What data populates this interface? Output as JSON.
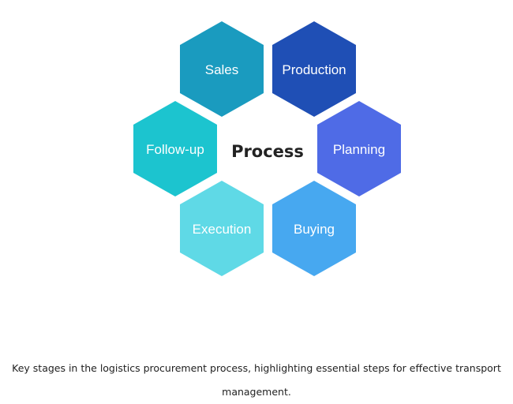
{
  "diagram": {
    "center": "Process",
    "stages": [
      {
        "id": "sales",
        "label": "Sales",
        "color": "#1a9bbf"
      },
      {
        "id": "production",
        "label": "Production",
        "color": "#1f4fb5"
      },
      {
        "id": "planning",
        "label": "Planning",
        "color": "#4f6be6"
      },
      {
        "id": "buying",
        "label": "Buying",
        "color": "#47a8f0"
      },
      {
        "id": "execution",
        "label": "Execution",
        "color": "#5fd9e6"
      },
      {
        "id": "follow-up",
        "label": "Follow-up",
        "color": "#1cc4cf"
      }
    ]
  },
  "caption": {
    "line1": "Key stages in the logistics procurement process, highlighting essential steps for effective transport",
    "line2": "management."
  }
}
